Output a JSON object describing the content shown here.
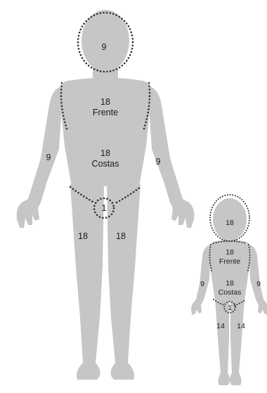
{
  "adult": {
    "head": "9",
    "chest_value": "18",
    "chest_label": "Frente",
    "back_value": "18",
    "back_label": "Costas",
    "left_arm": "9",
    "right_arm": "9",
    "perineum": "1",
    "left_leg": "18",
    "right_leg": "18"
  },
  "child": {
    "head": "18",
    "chest_value": "18",
    "chest_label": "Frente",
    "back_value": "18",
    "back_label": "Costas",
    "left_arm": "9",
    "right_arm": "9",
    "perineum": "1",
    "left_leg": "14",
    "right_leg": "14"
  },
  "colors": {
    "silhouette": "#c6c6c6",
    "dotted_outline": "#333333",
    "text": "#1a1a1a",
    "background": "#ffffff"
  }
}
